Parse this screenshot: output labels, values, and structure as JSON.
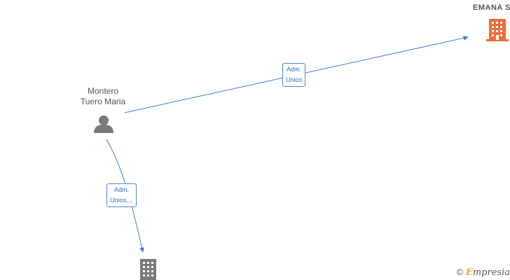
{
  "nodes": {
    "person": {
      "label_line1": "Montero",
      "label_line2": "Tuero Maria"
    },
    "company_top": {
      "label": "EMANA  S",
      "color": "#f26b3a"
    },
    "company_bottom": {
      "color": "#7a7a7a"
    }
  },
  "edges": {
    "to_top": {
      "label_line1": "Adm.",
      "label_line2": "Unico"
    },
    "to_bottom": {
      "label_line1": "Adm.",
      "label_line2": "Unico,..."
    }
  },
  "colors": {
    "edge": "#3d7fd8",
    "person_icon": "#7a7a7a"
  },
  "watermark": {
    "copyright": "©",
    "brand_first": "E",
    "brand_rest": "mpresia"
  }
}
